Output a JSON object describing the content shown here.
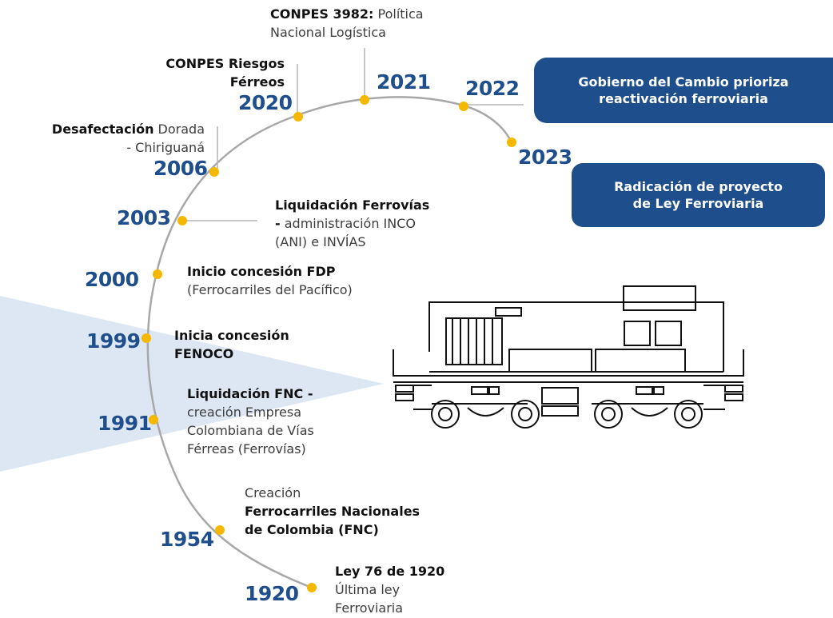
{
  "colors": {
    "accent_blue": "#1f4e8c",
    "marker_yellow": "#f5b800",
    "arc_gray": "#a8a8a8",
    "wedge": "#dde6f3"
  },
  "milestones": {
    "y1920": {
      "year": "1920",
      "bold": "Ley 76 de 1920",
      "line1": "Última ley",
      "line2": "Ferroviaria"
    },
    "y1954": {
      "year": "1954",
      "pre": "Creación",
      "bold1": "Ferrocarriles Nacionales",
      "bold2": "de Colombia (FNC)"
    },
    "y1991": {
      "year": "1991",
      "bold": "Liquidación FNC",
      "tail": " -",
      "line1": "creación Empresa",
      "line2": "Colombiana de Vías",
      "line3": "Férreas (Ferrovías)"
    },
    "y1999": {
      "year": "1999",
      "bold1": "Inicia concesión",
      "bold2": "FENOCO"
    },
    "y2000": {
      "year": "2000",
      "bold": "Inicio concesión FDP",
      "line1": "(Ferrocarriles del Pacífico)"
    },
    "y2003": {
      "year": "2003",
      "bold": "Liquidación Ferrovías",
      "bold2": "-",
      "line1": " administración INCO",
      "line2": "(ANI) e INVÍAS"
    },
    "y2006": {
      "year": "2006",
      "bold": "Desafectación",
      "line1": " Dorada",
      "line2": "- Chiriguaná"
    },
    "y2020": {
      "year": "2020",
      "bold1": "CONPES Riesgos",
      "bold2": "Férreos"
    },
    "y2021": {
      "year": "2021",
      "bold": "CONPES 3982:",
      "line1": " Política",
      "line2": "Nacional Logística"
    },
    "y2022": {
      "year": "2022",
      "box": "Gobierno del Cambio prioriza reactivación ferroviaria"
    },
    "y2023": {
      "year": "2023",
      "box": "Radicación de proyecto de Ley Ferroviaria"
    }
  },
  "icons": {
    "train": "locomotive-icon"
  }
}
